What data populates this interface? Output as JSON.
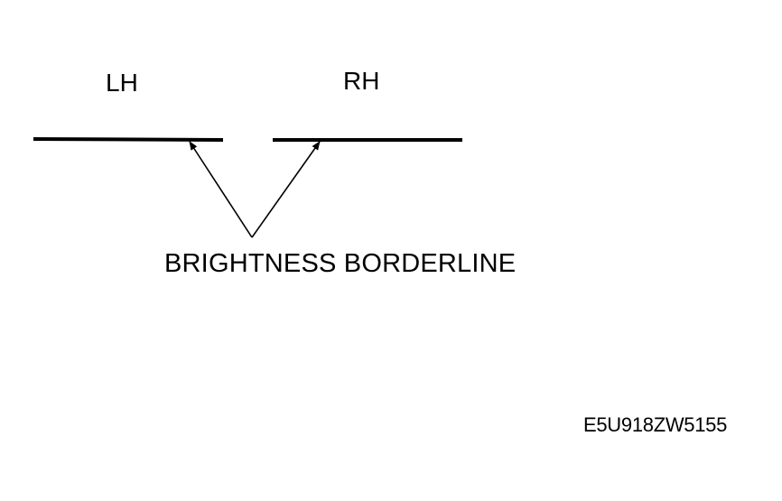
{
  "labels": {
    "left_side": "LH",
    "right_side": "RH",
    "callout": "BRIGHTNESS BORDERLINE",
    "figure_code": "E5U918ZW5155"
  },
  "colors": {
    "ink": "#000000",
    "background": "#ffffff"
  }
}
